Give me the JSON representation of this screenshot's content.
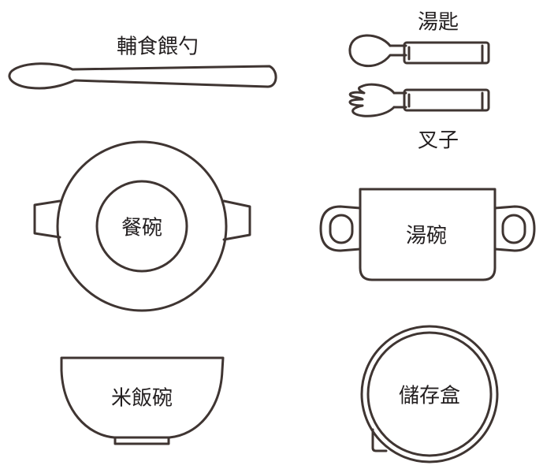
{
  "labels": {
    "feeding_spoon": "輔食餵勺",
    "spoon": "湯匙",
    "fork": "叉子",
    "plate_bowl": "餐碗",
    "soup_bowl": "湯碗",
    "rice_bowl": "米飯碗",
    "storage_box": "儲存盒"
  },
  "colors": {
    "stroke": "#3f3532",
    "text": "#231f20"
  }
}
